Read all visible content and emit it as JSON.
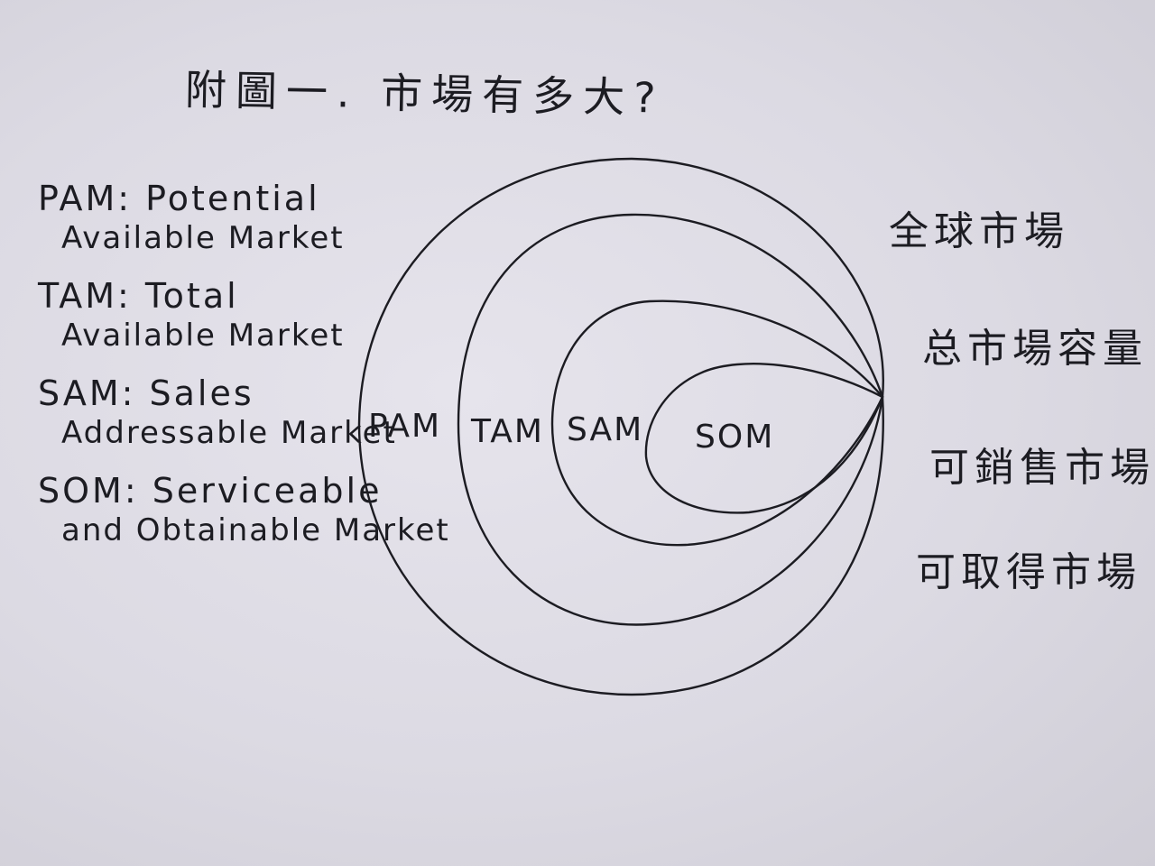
{
  "title": "附圖一. 市場有多大?",
  "legend": [
    {
      "abbr": "PAM: Potential",
      "full_line2": "Available Market"
    },
    {
      "abbr": "TAM: Total",
      "full_line2": "Available Market"
    },
    {
      "abbr": "SAM: Sales",
      "full_line2": "Addressable Market"
    },
    {
      "abbr": "SOM: Serviceable",
      "full_line2": "and Obtainable Market"
    }
  ],
  "rings": {
    "pam": "PAM",
    "tam": "TAM",
    "sam": "SAM",
    "som": "SOM"
  },
  "right_labels": {
    "pam": "全球市場",
    "tam": "总市場容量",
    "sam": "可銷售市場",
    "som": "可取得市場"
  },
  "colors": {
    "ink": "#1c1c22",
    "paper": "#dcdae3"
  }
}
